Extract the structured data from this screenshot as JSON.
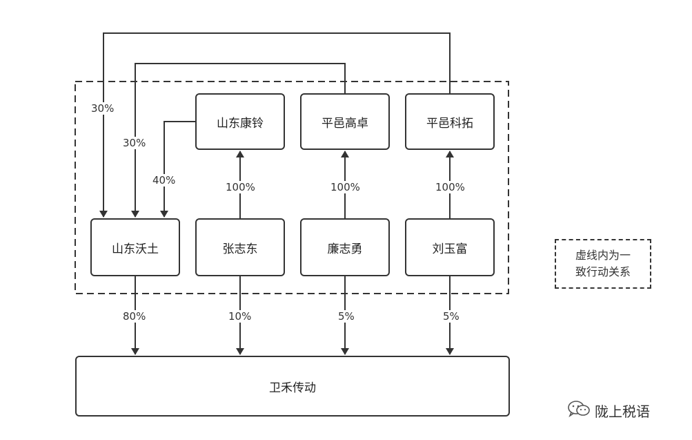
{
  "nodes": {
    "shandong_kangling": "山东康铃",
    "pingyi_gaozhuo": "平邑高卓",
    "pingyi_ketuo": "平邑科拓",
    "shandong_wotu": "山东沃土",
    "zhang_zhidong": "张志东",
    "lian_zhiyong": "廉志勇",
    "liu_yufu": "刘玉富",
    "weihe_chuandong": "卫禾传动"
  },
  "edges": {
    "ketuo_to_wotu": "30%",
    "gaozhuo_to_wotu": "30%",
    "kangling_to_wotu": "40%",
    "zhang_to_kangling": "100%",
    "lian_to_gaozhuo": "100%",
    "liu_to_ketuo": "100%",
    "wotu_to_weihe": "80%",
    "zhang_to_weihe": "10%",
    "lian_to_weihe": "5%",
    "liu_to_weihe": "5%"
  },
  "legend": {
    "line1": "虚线内为一",
    "line2": "致行动关系"
  },
  "watermark": {
    "icon": "wechat-icon",
    "text": "陇上税语"
  }
}
